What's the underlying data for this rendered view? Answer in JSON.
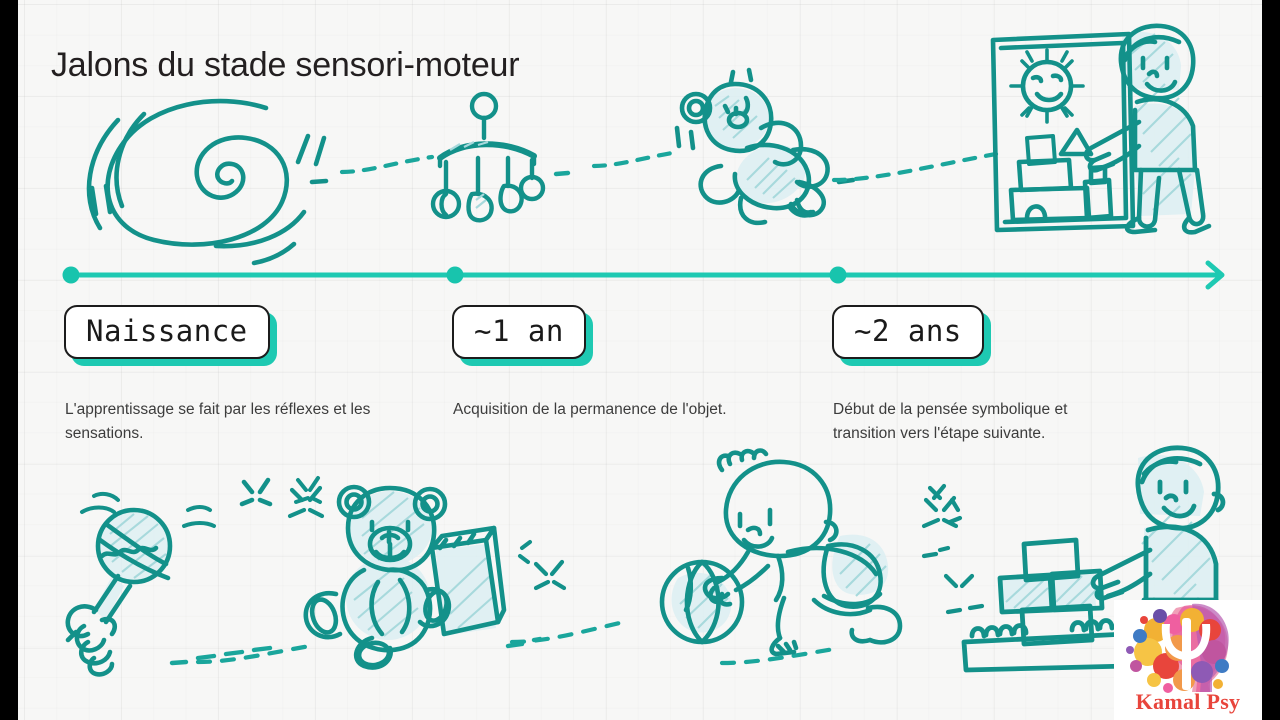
{
  "slide": {
    "title": "Jalons du stade sensori-moteur",
    "background_color": "#f7f7f6",
    "accent_color": "#1ab3a6",
    "shadow_color": "#1ec9b2",
    "ink_color": "#11998e"
  },
  "timeline": {
    "axis_color": "#1ec9b2",
    "arrow": "arrow-right",
    "markers": [
      {
        "label": "Naissance",
        "caption": "L'apprentissage se fait par les réflexes et les sensations."
      },
      {
        "label": "~1 an",
        "caption": "Acquisition de la permanence de l'objet."
      },
      {
        "label": "~2 ans",
        "caption": "Début de la pensée symbolique et transition vers l'étape suivante."
      }
    ]
  },
  "illustrations_top": [
    {
      "name": "spiral-scribble"
    },
    {
      "name": "baby-mobile"
    },
    {
      "name": "teddy-bear-flying"
    },
    {
      "name": "child-pointing-at-drawing"
    }
  ],
  "illustrations_bottom": [
    {
      "name": "hand-holding-rattle"
    },
    {
      "name": "teddy-bear-with-block"
    },
    {
      "name": "crawling-baby-with-ball"
    },
    {
      "name": "stacked-blocks-and-child"
    }
  ],
  "logo": {
    "text": "Kamal Psy",
    "text_color": "#e8453c",
    "symbol": "psi-head-icon"
  }
}
